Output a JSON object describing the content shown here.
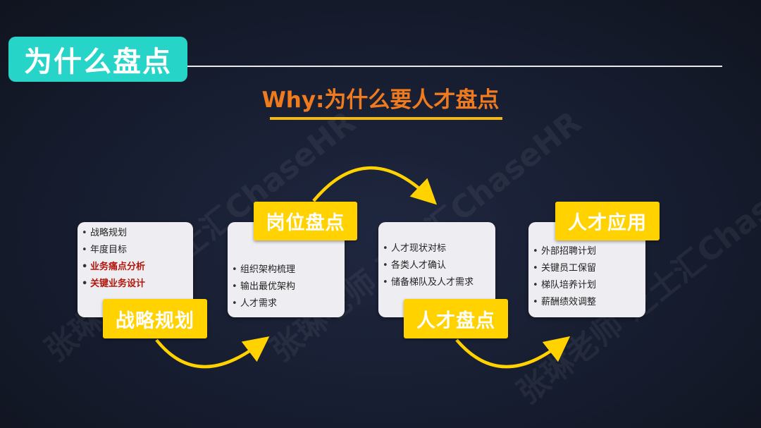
{
  "header": {
    "title": "为什么盘点"
  },
  "subtitle": "Why:为什么要人才盘点",
  "colors": {
    "teal": "#26d4c8",
    "orange": "#f07a1e",
    "yellow": "#ffd200",
    "highlight": "#b3160c"
  },
  "steps": [
    {
      "label": "战略规划",
      "items": [
        "战略规划",
        "年度目标",
        "业务痛点分析",
        "关键业务设计"
      ],
      "highlighted": [
        false,
        false,
        true,
        true
      ]
    },
    {
      "label": "岗位盘点",
      "items": [
        "组织架构梳理",
        "输出最优架构",
        "人才需求"
      ]
    },
    {
      "label": "人才盘点",
      "items": [
        "人才现状对标",
        "各类人才确认",
        "储备梯队及人才需求"
      ]
    },
    {
      "label": "人才应用",
      "items": [
        "外部招聘计划",
        "关键员工保留",
        "梯队培养计划",
        "薪酬绩效调整"
      ]
    }
  ],
  "watermark": "张琳老师 芝士汇ChaseHR"
}
